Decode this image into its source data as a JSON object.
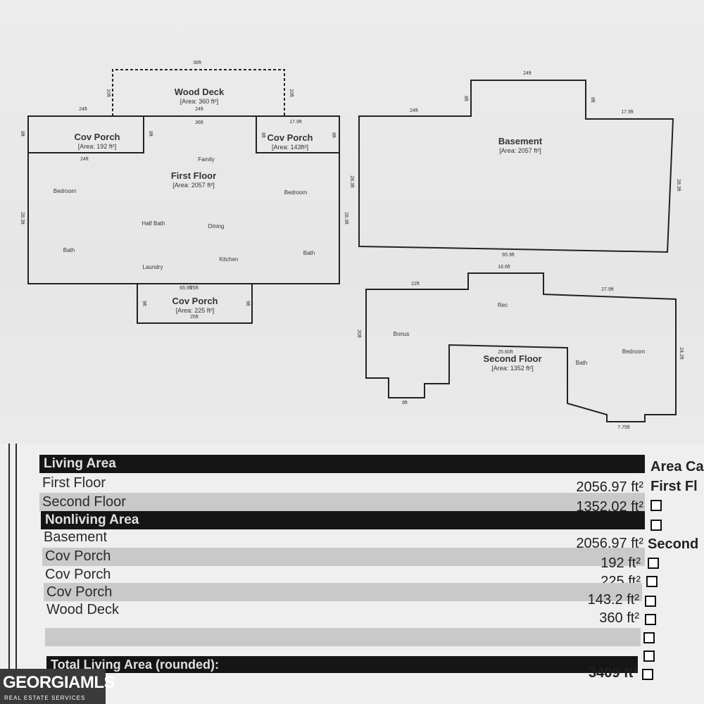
{
  "plan": {
    "wood_deck": {
      "title": "Wood Deck",
      "area": "[Area: 360 ft²]",
      "dim_top": "36ft",
      "dim_left": "10ft",
      "dim_right": "10ft",
      "dim_inner": "24ft"
    },
    "cov_porch_left": {
      "title": "Cov Porch",
      "area": "[Area: 192 ft²]",
      "dim_top": "24ft",
      "dim_bottom": "24ft",
      "dim_left": "8ft",
      "dim_right": "8ft"
    },
    "cov_porch_right": {
      "title": "Cov Porch",
      "area": "[Area: 143ft²]",
      "dim_top": "17.9ft",
      "dim_left": "8ft",
      "dim_right": "8ft"
    },
    "first_floor": {
      "title": "First Floor",
      "area": "[Area: 2057 ft²]",
      "dim_top": "36ft",
      "dim_left": "28.3ft",
      "dim_right": "28.3ft",
      "dim_bottom": "65.9ft",
      "rooms": [
        "Family",
        "Bedroom",
        "Bedroom",
        "Half Bath",
        "Dining",
        "Bath",
        "Bath",
        "Kitchen",
        "Laundry"
      ]
    },
    "cov_porch_bottom": {
      "title": "Cov Porch",
      "area": "[Area: 225 ft²]",
      "dim_top": "25ft",
      "dim_bottom": "25ft",
      "dim_left": "9ft",
      "dim_right": "9ft"
    },
    "basement": {
      "title": "Basement",
      "area": "[Area: 2057 ft²]",
      "dim_top": "24ft",
      "dim_left_top": "24ft",
      "dim_right_top": "17.9ft",
      "dim_left": "28.3ft",
      "dim_right": "28.3ft",
      "dim_bottom": "65.9ft",
      "dim_notch": "8ft"
    },
    "second_floor": {
      "title": "Second Floor",
      "area": "[Area: 1352 ft²]",
      "dim_top": "16.6ft",
      "dim_left_top": "22ft",
      "dim_right_top": "27.9ft",
      "dim_left": "20ft",
      "dim_right": "24.2ft",
      "dim_inner": "25.60ft",
      "dim_bottom_left": "8ft",
      "dim_bottom_right": "7.75ft",
      "rooms": [
        "Rec",
        "Bonus",
        "Bath",
        "Bedroom"
      ]
    }
  },
  "table": {
    "living_header": "Living Area",
    "rows_living": [
      {
        "label": "First Floor",
        "value": "2056.97 ft²"
      },
      {
        "label": "Second Floor",
        "value": "1352.02 ft²"
      }
    ],
    "nonliving_header": "Nonliving Area",
    "rows_nonliving": [
      {
        "label": "Basement",
        "value": "2056.97 ft²"
      },
      {
        "label": "Cov Porch",
        "value": "192 ft²"
      },
      {
        "label": "Cov Porch",
        "value": "225 ft²"
      },
      {
        "label": "Cov Porch",
        "value": "143.2 ft²"
      },
      {
        "label": "Wood Deck",
        "value": "360 ft²"
      }
    ],
    "total_label": "Total Living Area (rounded):",
    "total_value": "3409 ft²",
    "right_header": "Area Ca",
    "right_first": "First Fl",
    "right_second": "Second"
  },
  "logo": {
    "name": "GEORGIAMLS",
    "tagline": "REAL ESTATE SERVICES"
  }
}
